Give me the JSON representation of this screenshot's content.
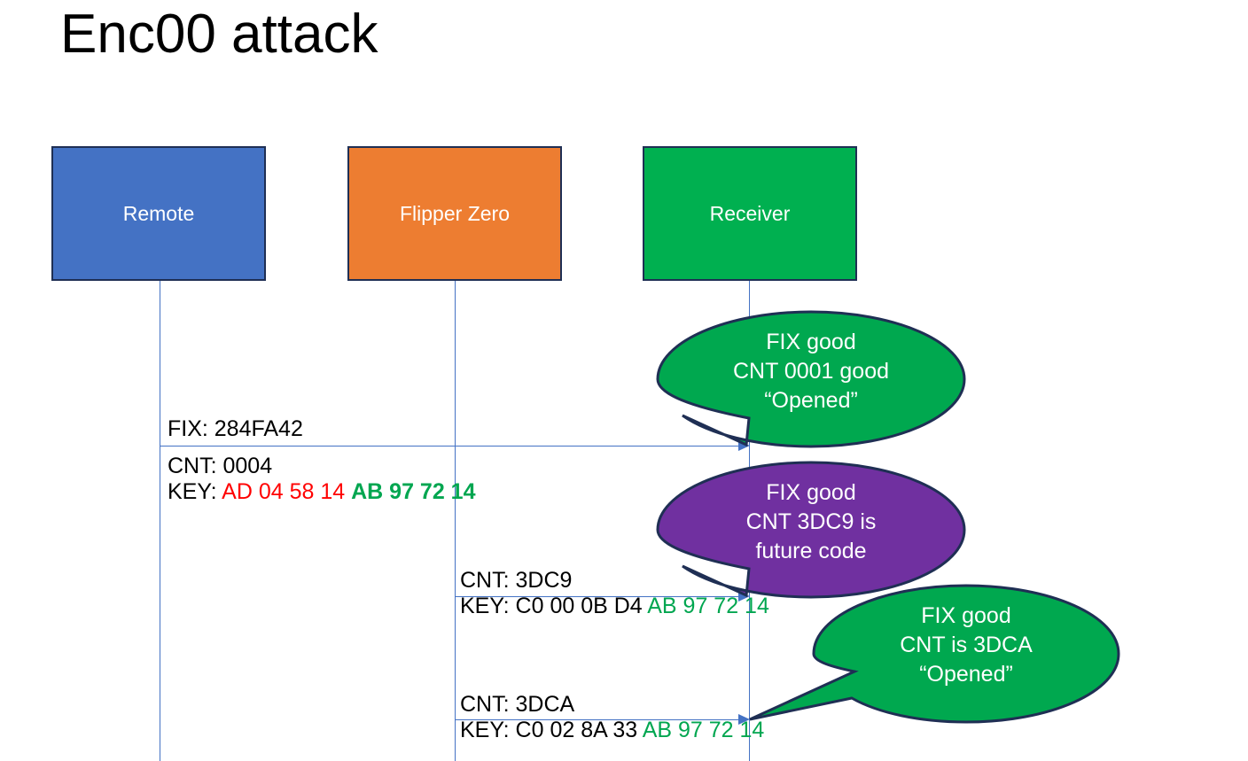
{
  "title": "Enc00 attack",
  "colors": {
    "remote": "#4472C4",
    "flipper": "#ED7D31",
    "receiver": "#00B050",
    "bubble_green": "#00A84F",
    "bubble_purple": "#7030A0",
    "outline": "#1F2F54",
    "lifeline": "#4472C4",
    "red_text": "#FF0000",
    "green_text": "#00A650"
  },
  "actors": [
    {
      "id": "remote",
      "label": "Remote"
    },
    {
      "id": "flipper",
      "label": "Flipper Zero"
    },
    {
      "id": "receiver",
      "label": "Receiver"
    }
  ],
  "messages": [
    {
      "id": "msg-1",
      "from": "remote",
      "to": "receiver",
      "lines": [
        {
          "segments": [
            {
              "text": "FIX: 284FA42",
              "style": "plain"
            }
          ]
        }
      ]
    },
    {
      "id": "msg-1-detail",
      "lines": [
        {
          "segments": [
            {
              "text": "CNT: 0004",
              "style": "plain"
            }
          ]
        },
        {
          "segments": [
            {
              "text": "KEY: ",
              "style": "plain"
            },
            {
              "text": "AD 04 58 14 ",
              "style": "red-b"
            },
            {
              "text": "AB 97 72 14",
              "style": "green-b"
            }
          ]
        }
      ]
    },
    {
      "id": "msg-2",
      "from": "flipper",
      "to": "receiver",
      "lines": [
        {
          "segments": [
            {
              "text": "CNT: 3DC9",
              "style": "plain"
            }
          ]
        },
        {
          "segments": [
            {
              "text": "KEY: C0 00 0B D4 ",
              "style": "plain"
            },
            {
              "text": "AB 97 72 14",
              "style": "green"
            }
          ]
        }
      ]
    },
    {
      "id": "msg-3",
      "from": "flipper",
      "to": "receiver",
      "lines": [
        {
          "segments": [
            {
              "text": "CNT: 3DCA",
              "style": "plain"
            }
          ]
        },
        {
          "segments": [
            {
              "text": "KEY: C0 02 8A 33 ",
              "style": "plain"
            },
            {
              "text": "AB 97 72 14",
              "style": "green"
            }
          ]
        }
      ]
    }
  ],
  "bubbles": [
    {
      "id": "bubble-1",
      "color": "green",
      "lines": [
        "FIX good",
        "CNT 0001 good",
        "“Opened”"
      ]
    },
    {
      "id": "bubble-2",
      "color": "purple",
      "lines": [
        "FIX good",
        "CNT 3DC9 is",
        "future code"
      ]
    },
    {
      "id": "bubble-3",
      "color": "green",
      "lines": [
        "FIX good",
        "CNT is 3DCA",
        "“Opened”"
      ]
    }
  ]
}
